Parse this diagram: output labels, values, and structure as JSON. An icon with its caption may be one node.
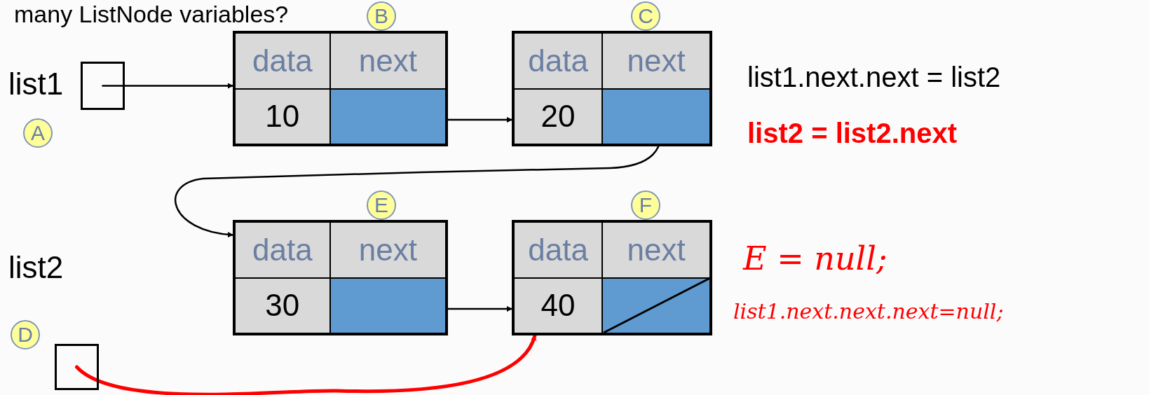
{
  "diagram": {
    "nodes": [
      {
        "text": [],
        "shape": "box",
        "beside": [
          "list1",
          "A"
        ]
      },
      {
        "text": [
          "data",
          "next",
          "10"
        ],
        "beside": [
          "B"
        ]
      },
      {
        "text": [
          "data",
          "next",
          "20"
        ],
        "beside": [
          "C"
        ]
      },
      {
        "text": [
          "data",
          "next",
          "30"
        ],
        "beside": [
          "E"
        ]
      },
      {
        "text": [
          "data",
          "next",
          "40"
        ],
        "beside": [
          "F"
        ]
      },
      {
        "text": [],
        "shape": "box",
        "beside": [
          "list2",
          "D"
        ]
      }
    ],
    "edges": [
      {
        "from": 0,
        "to": 1,
        "arrow": "to"
      },
      {
        "from": 1,
        "to": 2,
        "arrow": "to"
      },
      {
        "from": 2,
        "to": 3,
        "arrow": "to"
      },
      {
        "from": 3,
        "to": 4,
        "arrow": "to"
      },
      {
        "from": 5,
        "to": 4,
        "arrow": "to",
        "style": "thick",
        "color": "#ff0000"
      }
    ],
    "labels": [
      "many ListNode variables?",
      "list1.next.next = list2",
      "**list2 = list2.next**",
      "E = null;",
      "list1.next.next.next=null;"
    ]
  }
}
